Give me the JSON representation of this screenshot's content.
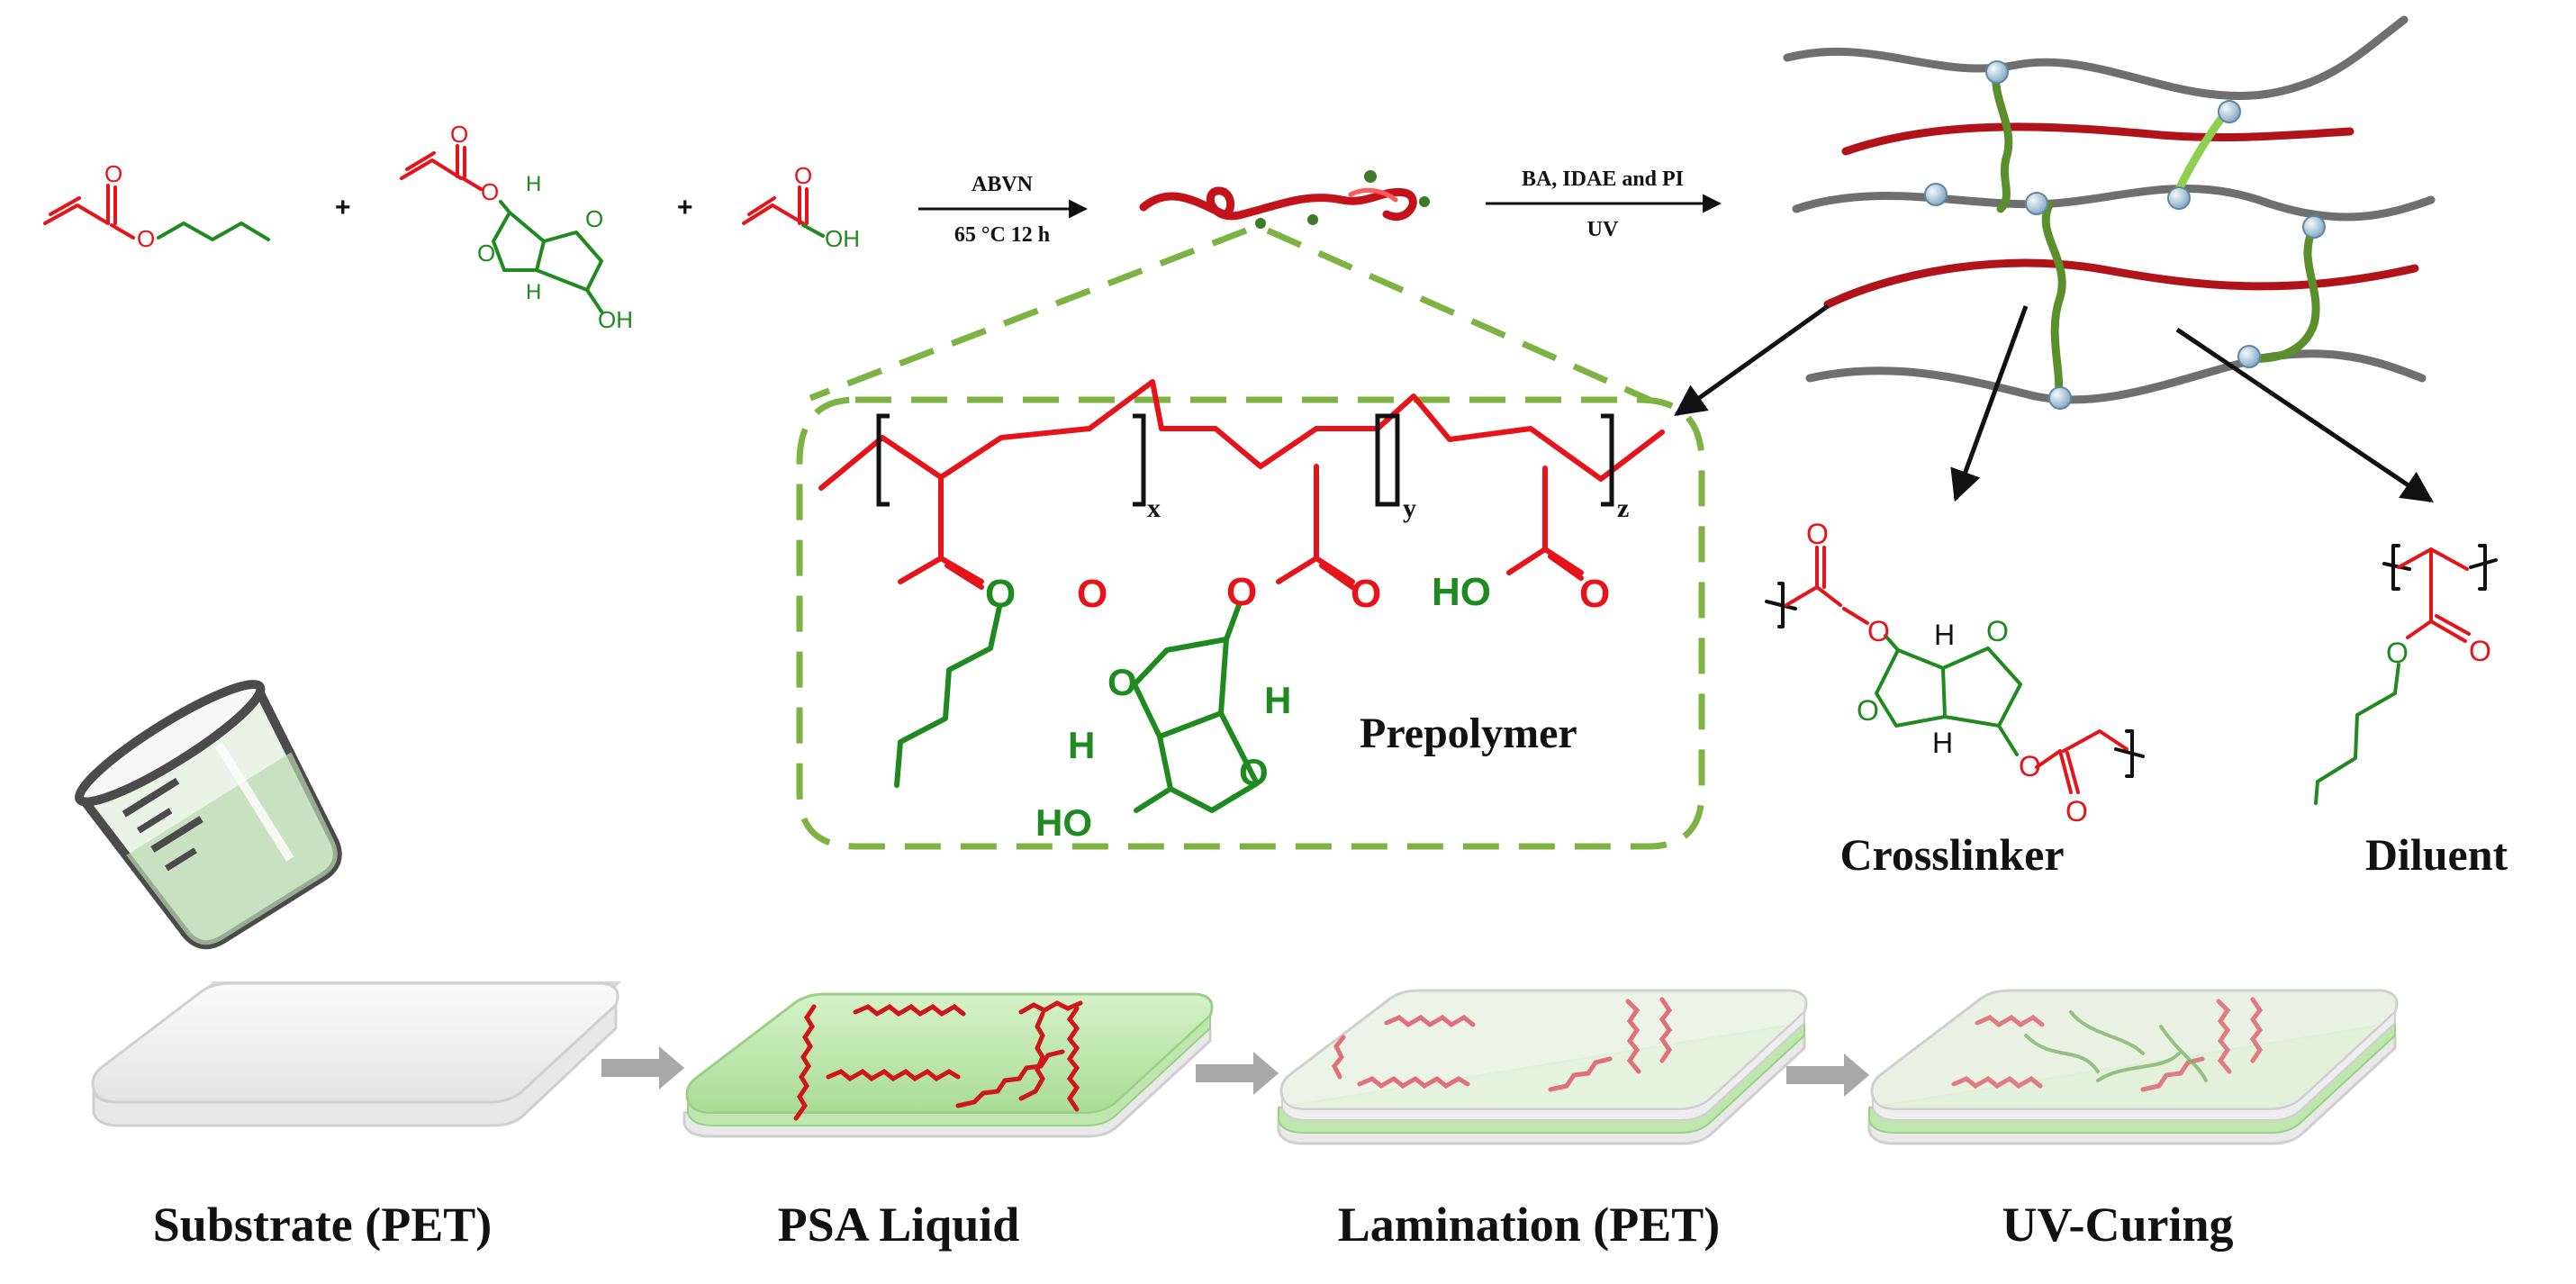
{
  "colors": {
    "red": "#e5141b",
    "green": "#1f8a1f",
    "dashed_green": "#7cb342",
    "dark": "#111111",
    "gray_chain": "#7a7a7a",
    "arrow_gray": "#a8a8a8",
    "node_blue": "#a9c7dc"
  },
  "reaction": {
    "plus_sign": "+",
    "step1_top": "ABVN",
    "step1_bottom": "65 °C 12 h",
    "step2_top": "BA, IDAE and PI",
    "step2_bottom": "UV"
  },
  "atoms": {
    "O": "O",
    "OH": "OH",
    "HO": "HO",
    "H": "H"
  },
  "prepolymer": {
    "title": "Prepolymer",
    "sub_x": "x",
    "sub_y": "y",
    "sub_z": "z"
  },
  "labels": {
    "crosslinker": "Crosslinker",
    "diluent": "Diluent"
  },
  "process": {
    "steps": [
      "Substrate (PET)",
      "PSA Liquid",
      "Lamination (PET)",
      "UV-Curing"
    ]
  }
}
